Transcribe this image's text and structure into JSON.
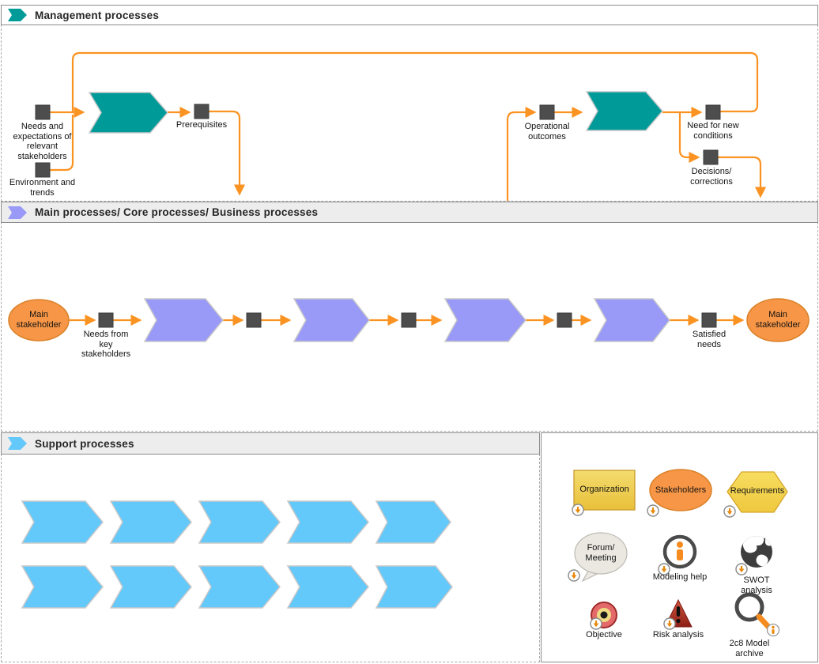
{
  "sections": {
    "management": {
      "title": "Management processes"
    },
    "main": {
      "title": "Main processes/ Core processes/ Business processes"
    },
    "support": {
      "title": "Support processes"
    }
  },
  "management": {
    "needs_label": "Needs and expectations of relevant stakeholders",
    "environment_label": "Environment and trends",
    "prerequisites_label": "Prerequisites",
    "operational_label": "Operational outcomes",
    "need_new_label": "Need for new conditions",
    "decisions_label": "Decisions/ corrections"
  },
  "main": {
    "stakeholder_left": "Main stakeholder",
    "needs_from_label": "Needs from key stakeholders",
    "satisfied_label": "Satisfied needs",
    "stakeholder_right": "Main stakeholder"
  },
  "legend": {
    "organization": "Organization",
    "stakeholders": "Stakeholders",
    "requirements": "Requirements",
    "forum": "Forum/ Meeting",
    "modeling_help": "Modeling help",
    "swot": "SWOT analysis",
    "objective": "Objective",
    "risk": "Risk analysis",
    "archive": "2c8 Model archive"
  },
  "colors": {
    "management_process": "#009A99",
    "main_process": "#9999F7",
    "support_process": "#63C8FA",
    "connector": "#FB9322",
    "object_square": "#4d4d4d",
    "stakeholder_fill": "#F79646"
  }
}
